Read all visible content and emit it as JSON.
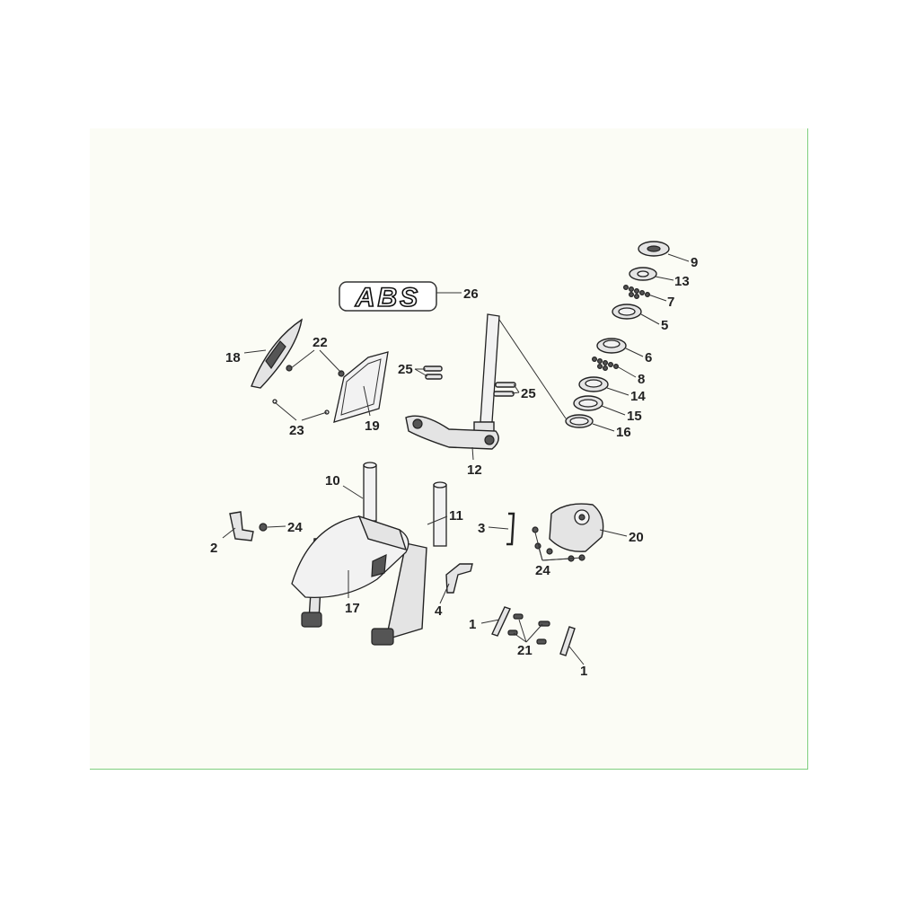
{
  "badge": {
    "text": "ABS"
  },
  "callouts": [
    {
      "id": "c1a",
      "label": "1"
    },
    {
      "id": "c1b",
      "label": "1"
    },
    {
      "id": "c2",
      "label": "2"
    },
    {
      "id": "c3",
      "label": "3"
    },
    {
      "id": "c4",
      "label": "4"
    },
    {
      "id": "c5",
      "label": "5"
    },
    {
      "id": "c6",
      "label": "6"
    },
    {
      "id": "c7",
      "label": "7"
    },
    {
      "id": "c8",
      "label": "8"
    },
    {
      "id": "c9",
      "label": "9"
    },
    {
      "id": "c10",
      "label": "10"
    },
    {
      "id": "c11",
      "label": "11"
    },
    {
      "id": "c12",
      "label": "12"
    },
    {
      "id": "c13",
      "label": "13"
    },
    {
      "id": "c14",
      "label": "14"
    },
    {
      "id": "c15",
      "label": "15"
    },
    {
      "id": "c16",
      "label": "16"
    },
    {
      "id": "c17",
      "label": "17"
    },
    {
      "id": "c18",
      "label": "18"
    },
    {
      "id": "c19",
      "label": "19"
    },
    {
      "id": "c20",
      "label": "20"
    },
    {
      "id": "c21",
      "label": "21"
    },
    {
      "id": "c22",
      "label": "22"
    },
    {
      "id": "c23",
      "label": "23"
    },
    {
      "id": "c24a",
      "label": "24"
    },
    {
      "id": "c24b",
      "label": "24"
    },
    {
      "id": "c25a",
      "label": "25"
    },
    {
      "id": "c25b",
      "label": "25"
    },
    {
      "id": "c26",
      "label": "26"
    }
  ]
}
